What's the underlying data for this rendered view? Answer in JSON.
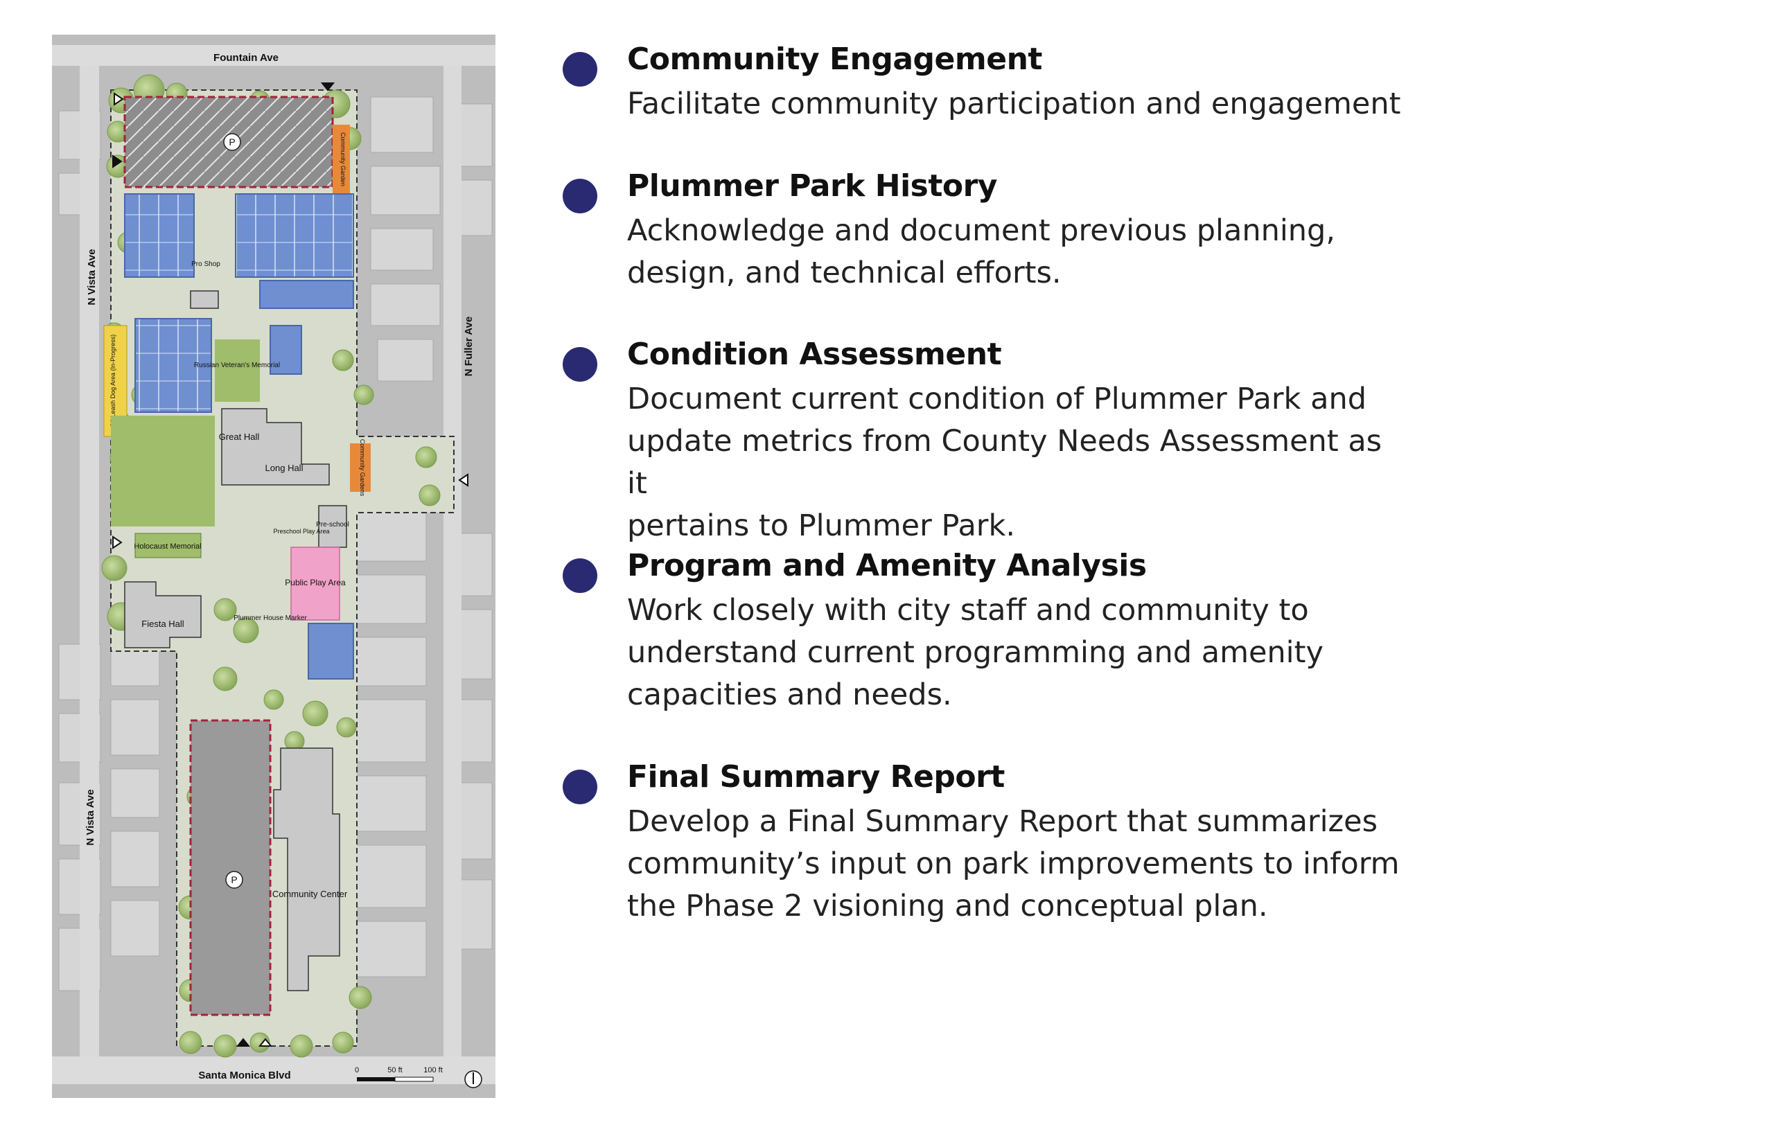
{
  "map": {
    "streets": {
      "top": "Fountain Ave",
      "bottom": "Santa Monica Blvd",
      "left_upper": "N Vista Ave",
      "left_lower": "N Vista Ave",
      "right": "N Fuller Ave"
    },
    "labels": {
      "pro_shop": "Pro Shop",
      "community_garden_top": "Community Garden",
      "russian_memorial": "Russian Veteran's Memorial",
      "dog_area": "Off-Leash Dog Area (In-Progress)",
      "great_hall": "Great Hall",
      "long_hall": "Long Hall",
      "community_garden_right": "Community Gardens",
      "preschool": "Pre-school",
      "preschool_play": "Preschool Play Area",
      "holocaust": "Holocaust Memorial",
      "public_play": "Public Play Area",
      "fiesta_hall": "Fiesta Hall",
      "plummer_marker": "Plummer House Marker",
      "community_center": "Community Center",
      "parking_symbol": "P"
    },
    "scale": {
      "zero": "0",
      "mid": "50 ft",
      "end": "100 ft"
    },
    "icons": [
      "north-arrow-icon",
      "parking-icon",
      "entrance-triangle-icon"
    ],
    "colors": {
      "courts": "#6f8fd0",
      "lawn": "#9fbd6a",
      "buildings": "#c9c9c9",
      "play_area": "#f1a2c8",
      "dog_area": "#f0d24a",
      "garden": "#e8893a",
      "parking_outline": "#a3233a"
    }
  },
  "steps": [
    {
      "title": "Community Engagement",
      "lines": [
        "Facilitate community participation and engagement"
      ]
    },
    {
      "title": "Plummer Park History",
      "lines": [
        "Acknowledge and document previous planning,",
        "design, and technical efforts."
      ]
    },
    {
      "title": "Condition Assessment",
      "lines": [
        "Document current condition of Plummer Park and",
        "update metrics from County Needs Assessment as it",
        "pertains to Plummer Park."
      ]
    },
    {
      "title": "Program and Amenity Analysis",
      "lines": [
        "Work closely with city staff and community to",
        "understand current programming and amenity",
        "capacities and needs."
      ]
    },
    {
      "title": "Final Summary Report",
      "lines": [
        "Develop a Final Summary Report that summarizes",
        "community’s input on park improvements to inform",
        "the Phase 2 visioning and conceptual plan."
      ]
    }
  ],
  "colors": {
    "bullet": "#2a2a72",
    "title": "#111111",
    "text": "#222222"
  }
}
